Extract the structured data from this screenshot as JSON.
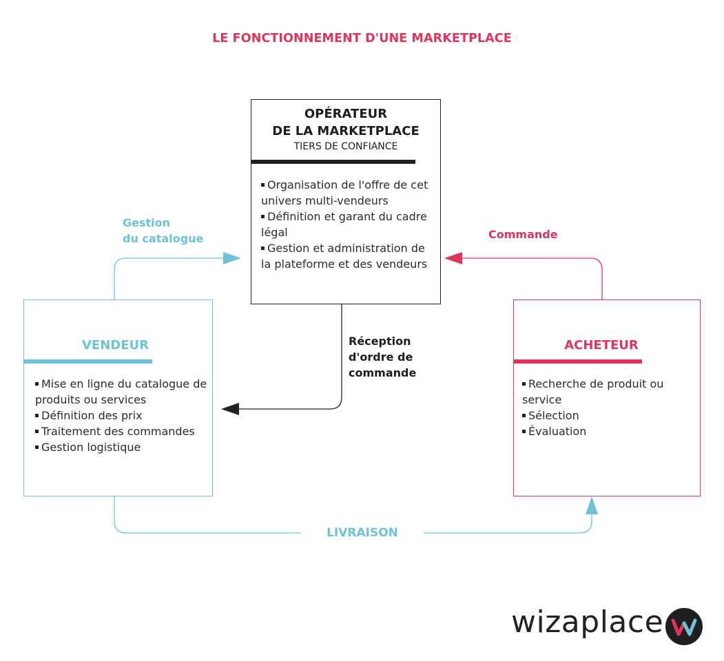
{
  "title": "LE FONCTIONNEMENT D'UNE MARKETPLACE",
  "operator": {
    "title_line1": "OPÉRATEUR",
    "title_line2": "DE LA MARKETPLACE",
    "subtitle": "TIERS DE CONFIANCE",
    "items": [
      "Organisation de l'offre de cet univers multi-vendeurs",
      "Définition et garant du cadre légal",
      "Gestion et administration de la plateforme et des vendeurs"
    ]
  },
  "vendor": {
    "title": "VENDEUR",
    "items": [
      "Mise en ligne du catalogue de produits ou services",
      "Définition des prix",
      "Traitement des commandes",
      "Gestion logistique"
    ]
  },
  "buyer": {
    "title": "ACHETEUR",
    "items": [
      "Recherche de produit ou service",
      "Sélection",
      "Évaluation"
    ]
  },
  "flows": {
    "gestion_line1": "Gestion",
    "gestion_line2": "du catalogue",
    "commande": "Commande",
    "reception_line1": "Réception",
    "reception_line2": "d'ordre de",
    "reception_line3": "commande",
    "livraison": "LIVRAISON"
  },
  "logo": {
    "text": "wizaplace",
    "badge_letter": "w"
  },
  "colors": {
    "accent_red": "#e0345d",
    "accent_blue": "#6cc3d9",
    "dark": "#222222"
  }
}
